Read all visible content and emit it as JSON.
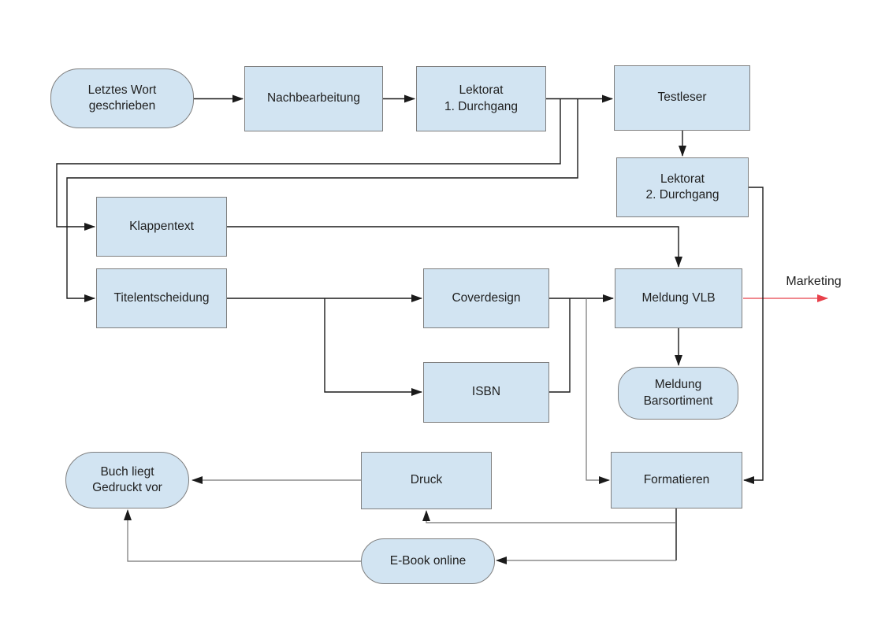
{
  "colors": {
    "background": "#ffffff",
    "node-fill": "#d2e4f2",
    "node-border": "#7f7f7f",
    "node-text": "#1f1f1f",
    "connector": "#1a1a1a",
    "connector-gray": "#757575",
    "marketing-red": "#e8414b"
  },
  "diagram": {
    "nodes": {
      "letztes_wort": {
        "label": "Letztes Wort\ngeschrieben",
        "shape": "stadium"
      },
      "nachbearbeitung": {
        "label": "Nachbearbeitung",
        "shape": "rect"
      },
      "lektorat1": {
        "label": "Lektorat\n1. Durchgang",
        "shape": "rect"
      },
      "testleser": {
        "label": "Testleser",
        "shape": "rect"
      },
      "lektorat2": {
        "label": "Lektorat\n2. Durchgang",
        "shape": "rect"
      },
      "klappentext": {
        "label": "Klappentext",
        "shape": "rect"
      },
      "titelentscheidung": {
        "label": "Titelentscheidung",
        "shape": "rect"
      },
      "coverdesign": {
        "label": "Coverdesign",
        "shape": "rect"
      },
      "isbn": {
        "label": "ISBN",
        "shape": "rect"
      },
      "meldung_vlb": {
        "label": "Meldung VLB",
        "shape": "rect"
      },
      "meldung_barsortiment": {
        "label": "Meldung\nBarsortiment",
        "shape": "stadium"
      },
      "formatieren": {
        "label": "Formatieren",
        "shape": "rect"
      },
      "druck": {
        "label": "Druck",
        "shape": "rect"
      },
      "buch_liegt": {
        "label": "Buch liegt\nGedruckt vor",
        "shape": "stadium"
      },
      "ebook_online": {
        "label": "E-Book online",
        "shape": "stadium"
      }
    },
    "annotations": {
      "marketing": "Marketing"
    },
    "edges": [
      {
        "from": "letztes_wort",
        "to": "nachbearbeitung",
        "style": "black"
      },
      {
        "from": "nachbearbeitung",
        "to": "lektorat1",
        "style": "black"
      },
      {
        "from": "lektorat1",
        "to": "testleser",
        "style": "black"
      },
      {
        "from": "lektorat1",
        "to": "klappentext",
        "style": "black"
      },
      {
        "from": "lektorat1",
        "to": "titelentscheidung",
        "style": "black"
      },
      {
        "from": "testleser",
        "to": "lektorat2",
        "style": "black"
      },
      {
        "from": "klappentext",
        "to": "meldung_vlb",
        "style": "black"
      },
      {
        "from": "titelentscheidung",
        "to": "coverdesign",
        "style": "black"
      },
      {
        "from": "titelentscheidung",
        "to": "isbn",
        "style": "black"
      },
      {
        "from": "coverdesign",
        "to": "meldung_vlb",
        "style": "black"
      },
      {
        "from": "isbn",
        "to": "meldung_vlb",
        "style": "black"
      },
      {
        "from": "meldung_vlb",
        "to": "marketing",
        "style": "red"
      },
      {
        "from": "meldung_vlb",
        "to": "meldung_barsortiment",
        "style": "black"
      },
      {
        "from": "lektorat2",
        "to": "formatieren",
        "style": "black"
      },
      {
        "from": "coverdesign",
        "to": "formatieren",
        "style": "gray"
      },
      {
        "from": "formatieren",
        "to": "druck",
        "style": "gray"
      },
      {
        "from": "formatieren",
        "to": "ebook_online",
        "style": "gray"
      },
      {
        "from": "druck",
        "to": "buch_liegt",
        "style": "gray"
      },
      {
        "from": "ebook_online",
        "to": "buch_liegt",
        "style": "gray"
      }
    ]
  }
}
